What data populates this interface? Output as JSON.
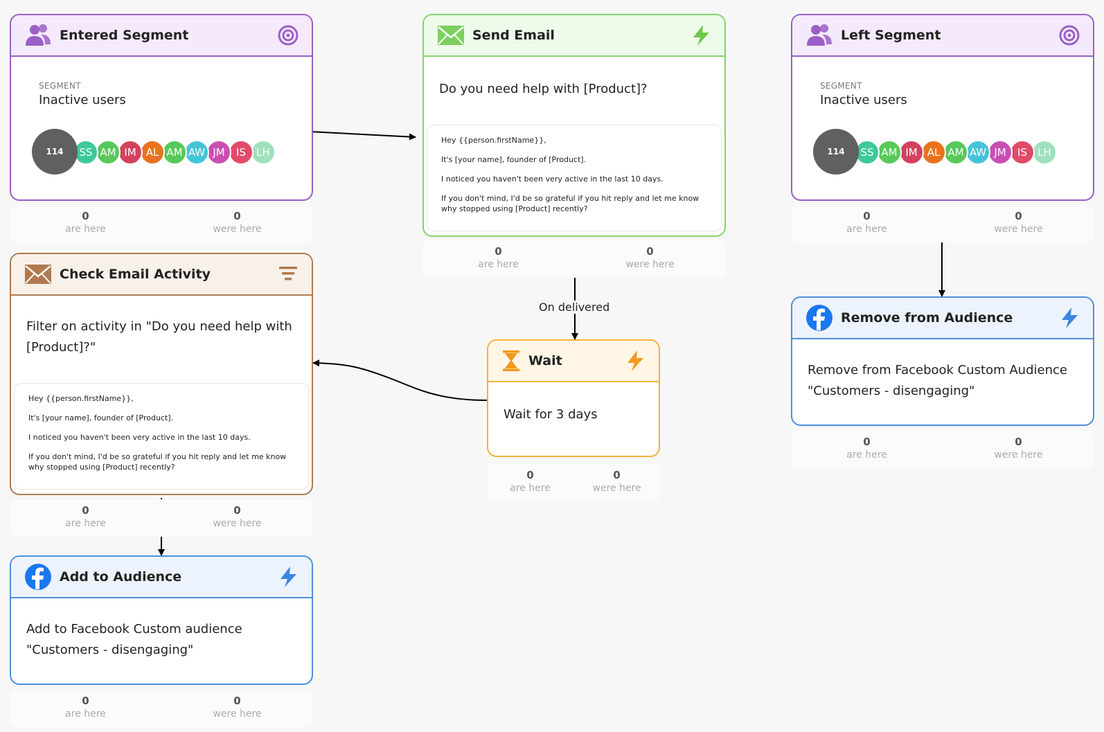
{
  "nodes": {
    "entered_segment": {
      "title": "Entered Segment",
      "segment_label": "SEGMENT",
      "segment_name": "Inactive users",
      "avatar_count": "114",
      "avatars": [
        "SS",
        "AM",
        "IM",
        "AL",
        "AM",
        "AW",
        "JM",
        "IS",
        "LH"
      ],
      "stats": {
        "are_here_value": "0",
        "are_here_label": "are here",
        "were_here_value": "0",
        "were_here_label": "were here"
      }
    },
    "send_email": {
      "title": "Send Email",
      "subject": "Do you need help with [Product]?",
      "email_lines": [
        "Hey {{person.firstName}},",
        "It's [your name], founder of [Product].",
        "I noticed you haven't been very active in the last 10 days.",
        "If you don't mind, I'd be so grateful if you hit reply and let me know why stopped using [Product] recently?"
      ],
      "stats": {
        "are_here_value": "0",
        "are_here_label": "are here",
        "were_here_value": "0",
        "were_here_label": "were here"
      }
    },
    "left_segment": {
      "title": "Left Segment",
      "segment_label": "SEGMENT",
      "segment_name": "Inactive users",
      "avatar_count": "114",
      "avatars": [
        "SS",
        "AM",
        "IM",
        "AL",
        "AM",
        "AW",
        "JM",
        "IS",
        "LH"
      ],
      "stats": {
        "are_here_value": "0",
        "are_here_label": "are here",
        "were_here_value": "0",
        "were_here_label": "were here"
      }
    },
    "check_email_activity": {
      "title": "Check Email Activity",
      "description": "Filter on activity in \"Do you need help with [Product]?\"",
      "email_lines": [
        "Hey {{person.firstName}},",
        "It's [your name], founder of [Product].",
        "I noticed you haven't been very active in the last 10 days.",
        "If you don't mind, I'd be so grateful if you hit reply and let me know why stopped using [Product] recently?"
      ],
      "stats": {
        "are_here_value": "0",
        "are_here_label": "are here",
        "were_here_value": "0",
        "were_here_label": "were here"
      }
    },
    "wait": {
      "title": "Wait",
      "description": "Wait for 3 days",
      "stats": {
        "are_here_value": "0",
        "are_here_label": "are here",
        "were_here_value": "0",
        "were_here_label": "were here"
      }
    },
    "remove_from_audience": {
      "title": "Remove from Audience",
      "description": "Remove from Facebook Custom Audience \"Customers - disengaging\"",
      "stats": {
        "are_here_value": "0",
        "are_here_label": "are here",
        "were_here_value": "0",
        "were_here_label": "were here"
      }
    },
    "add_to_audience": {
      "title": "Add to Audience",
      "description": "Add to Facebook Custom audience \"Customers - disengaging\"",
      "stats": {
        "are_here_value": "0",
        "are_here_label": "are here",
        "were_here_value": "0",
        "were_here_label": "were here"
      }
    }
  },
  "edges": {
    "on_delivered_label": "On delivered"
  },
  "colors": {
    "segment": "#9b5fc6",
    "email": "#86d36a",
    "filter": "#b07a4f",
    "wait": "#f3b13d",
    "facebook": "#4d8fdc",
    "avatar_colors": [
      "#3ec99a",
      "#58c85a",
      "#d3415e",
      "#e8731f",
      "#58c85a",
      "#45c3d8",
      "#c84fb2",
      "#e04b6a",
      "#7fd6a8"
    ]
  },
  "icons": {
    "segment": "users-icon",
    "target": "target-icon",
    "email": "envelope-icon",
    "trigger": "lightning-icon",
    "filter": "filter-icon",
    "wait": "hourglass-icon",
    "facebook": "facebook-icon"
  }
}
